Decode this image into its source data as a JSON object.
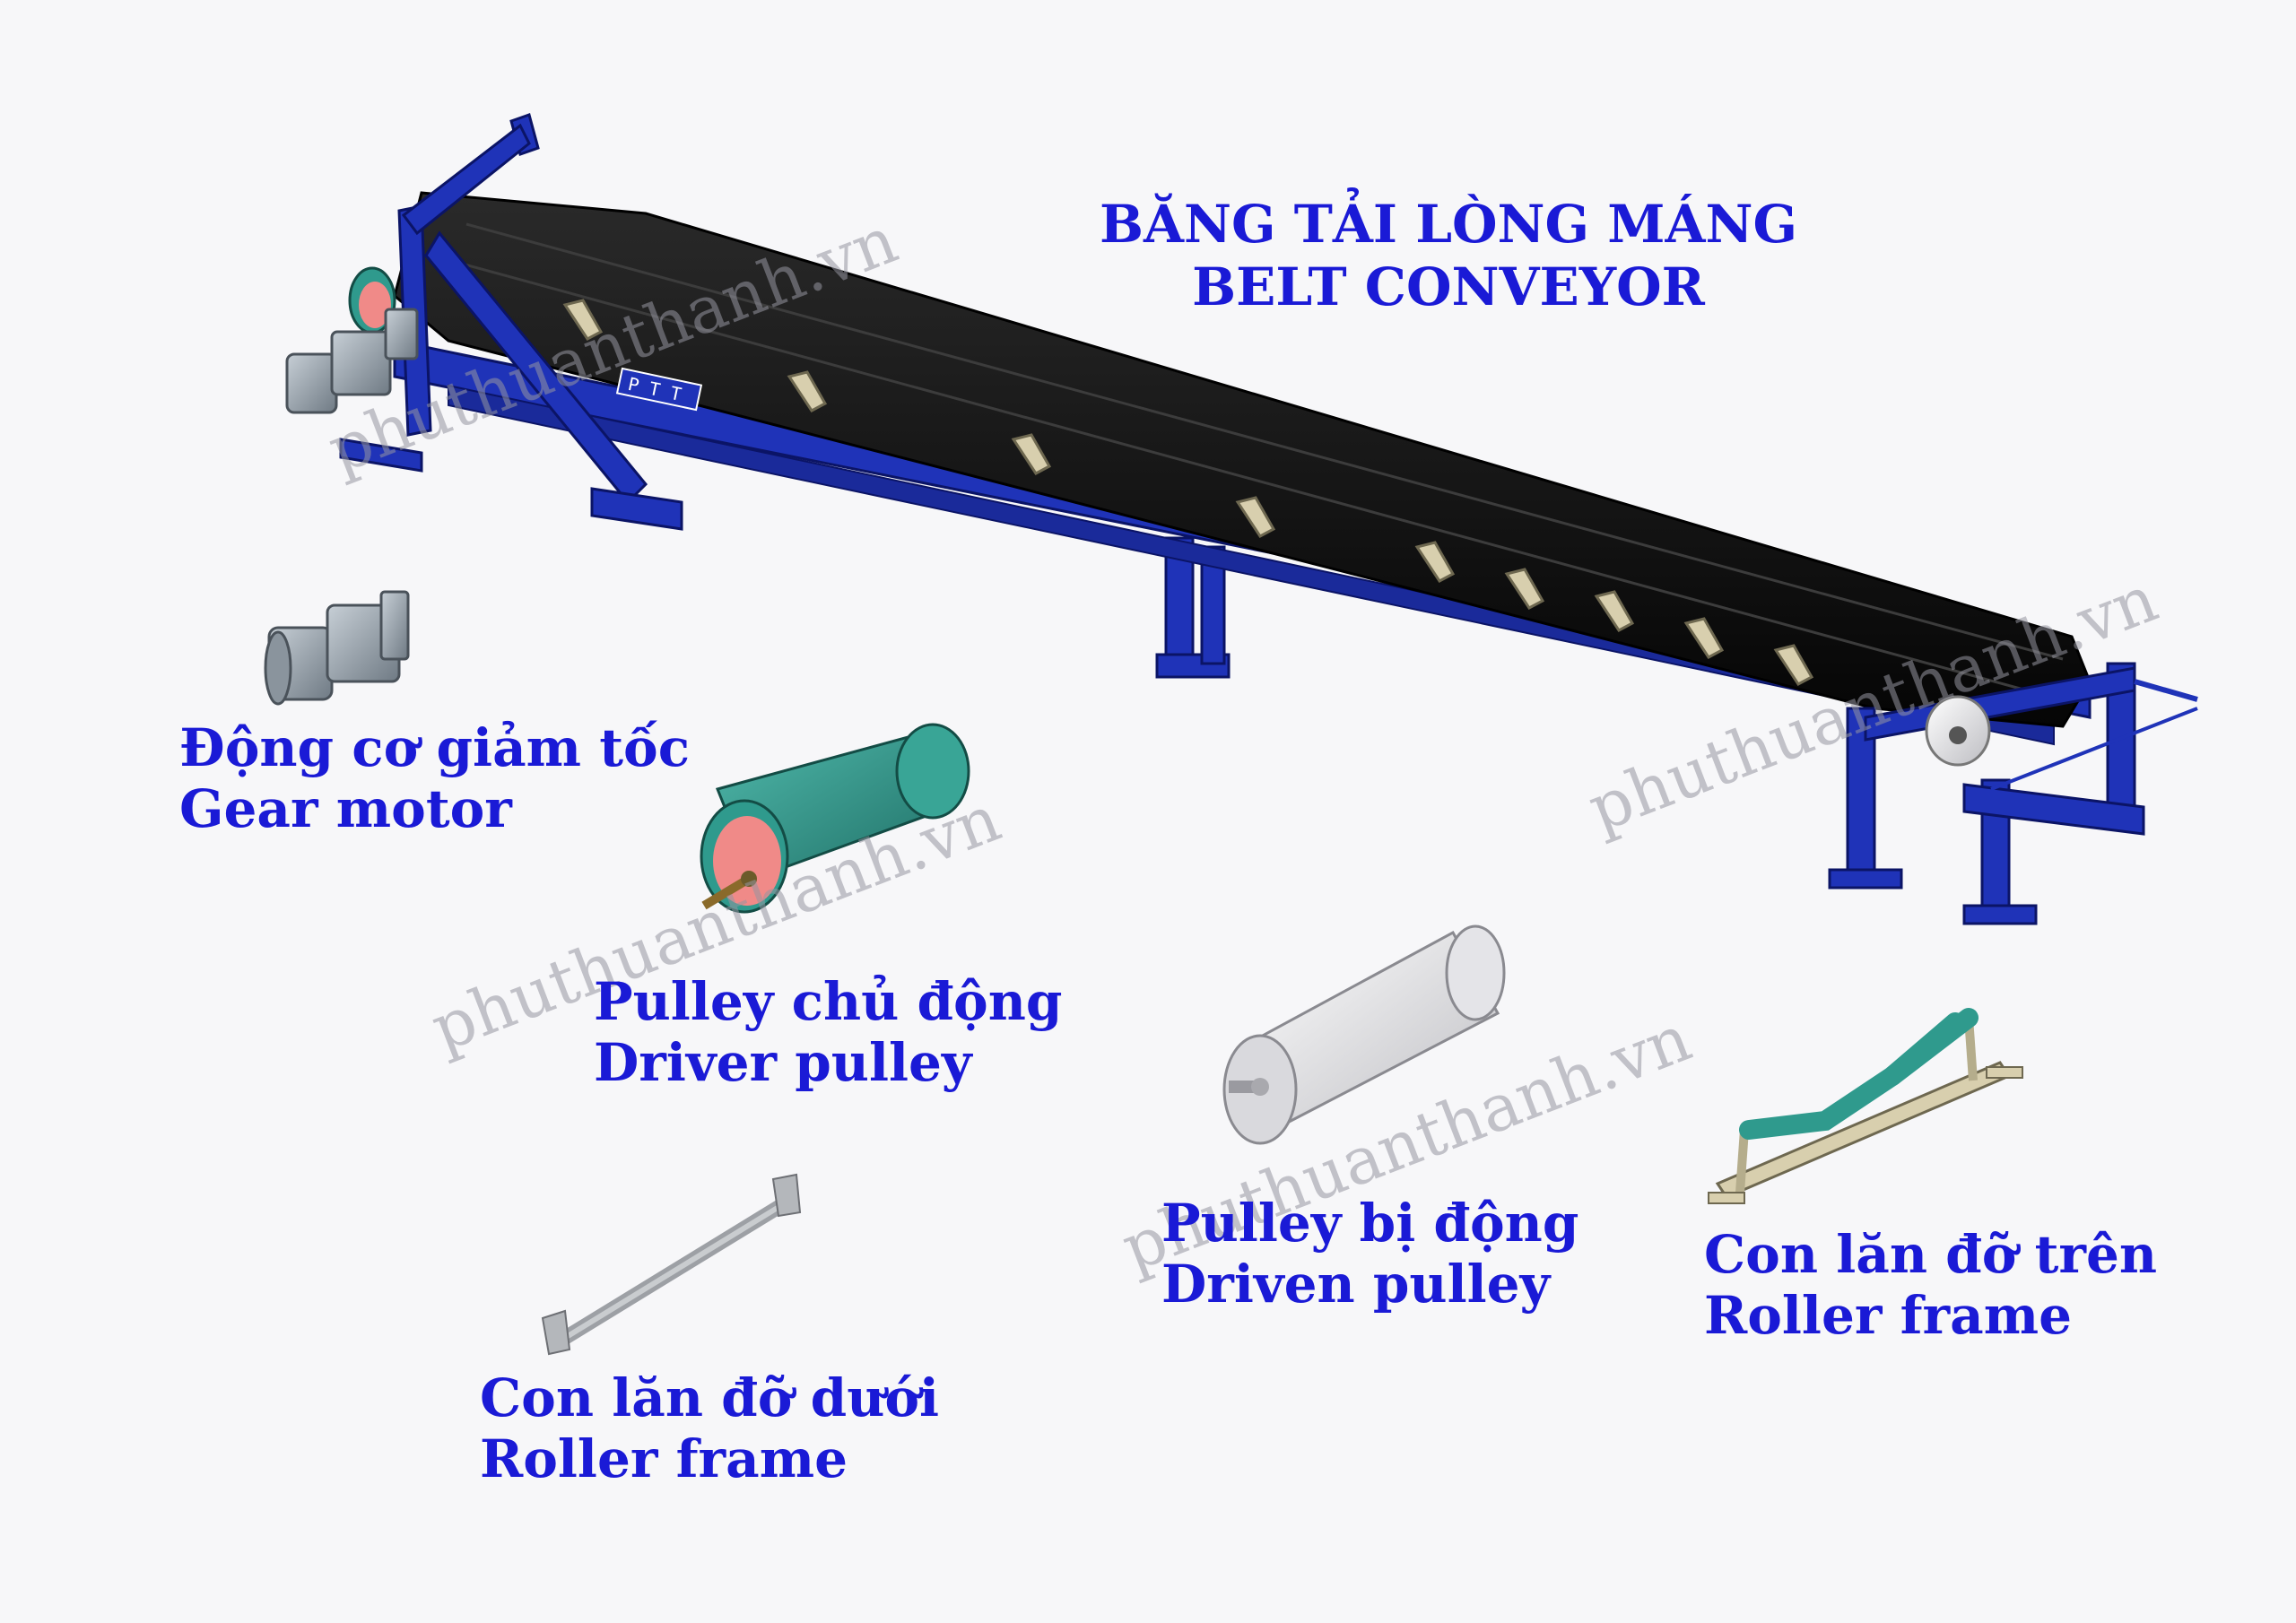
{
  "title": {
    "line1": "BĂNG TẢI LÒNG MÁNG",
    "line2": "BELT CONVEYOR"
  },
  "components": {
    "gear_motor": {
      "vi": "Động cơ giảm tốc",
      "en": "Gear motor"
    },
    "driver_pulley": {
      "vi": "Pulley chủ động",
      "en": "Driver pulley"
    },
    "driven_pulley": {
      "vi": "Pulley bị động",
      "en": "Driven pulley"
    },
    "upper_roller_frame": {
      "vi": "Con lăn đỡ trên",
      "en": "Roller frame"
    },
    "lower_roller_frame": {
      "vi": "Con lăn đỡ dưới",
      "en": "Roller frame"
    }
  },
  "frame_badge": "P T T",
  "watermark": "phuthuanthanh.vn",
  "colors": {
    "label_blue": "#1a1ad6",
    "frame_blue": "#1f33b8",
    "belt_black": "#111111",
    "drive_pulley_teal": "#2f9a8d",
    "pulley_face_pink": "#f08a88",
    "motor_gray": "#9aa4ad",
    "idler_beige": "#d8cfae",
    "idler_teal": "#2f9a8d",
    "driven_pulley_white": "#e8e8ea"
  }
}
